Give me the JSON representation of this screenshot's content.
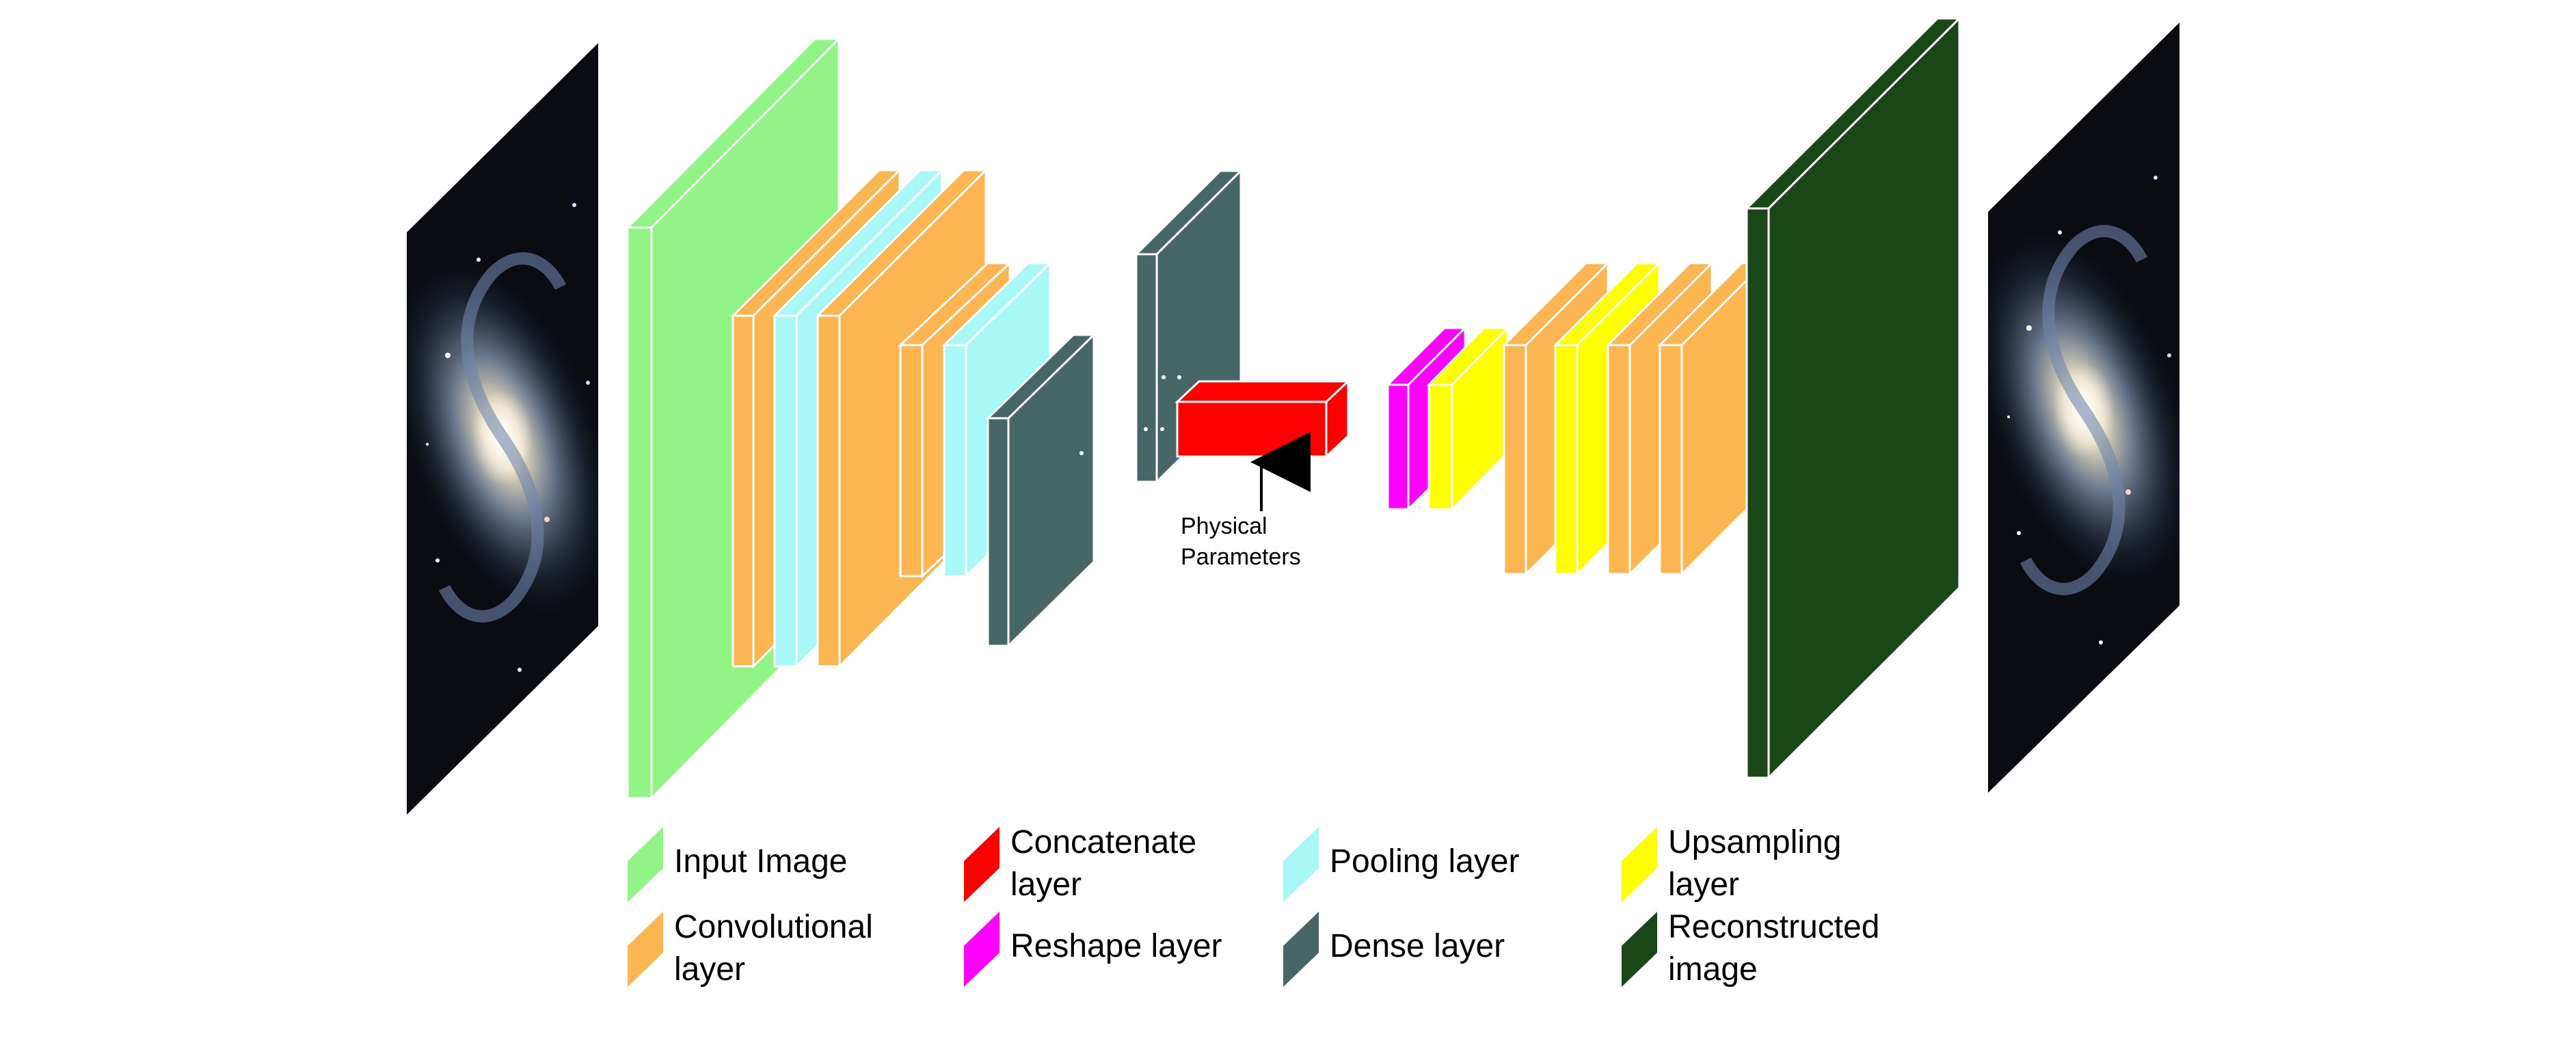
{
  "diagram": {
    "annotation": {
      "line1": "Physical",
      "line2": "Parameters"
    }
  },
  "legend": {
    "items": [
      {
        "id": "input",
        "line1": "Input Image",
        "line2": "",
        "color": "#90f585"
      },
      {
        "id": "conv",
        "line1": "Convolutional",
        "line2": "layer",
        "color": "#fbb651"
      },
      {
        "id": "concat",
        "line1": "Concatenate",
        "line2": "layer",
        "color": "#ff0000"
      },
      {
        "id": "reshape",
        "line1": "Reshape layer",
        "line2": "",
        "color": "#ff00ff"
      },
      {
        "id": "pool",
        "line1": "Pooling layer",
        "line2": "",
        "color": "#a8f8f8"
      },
      {
        "id": "dense",
        "line1": "Dense layer",
        "line2": "",
        "color": "#476767"
      },
      {
        "id": "upsample",
        "line1": "Upsampling",
        "line2": "layer",
        "color": "#ffff00"
      },
      {
        "id": "recon",
        "line1": "Reconstructed",
        "line2": "image",
        "color": "#1a4718"
      }
    ]
  },
  "colors": {
    "input": "#90f585",
    "conv": "#fbb651",
    "pool": "#a8f8f8",
    "dense": "#476767",
    "concat": "#ff0000",
    "reshape": "#ff00ff",
    "upsample": "#ffff00",
    "recon": "#1a4718",
    "background": "#ffffff"
  },
  "icons": {
    "input_image": "galaxy-image",
    "output_image": "galaxy-image",
    "annotation_arrow": "arrow-up-icon"
  }
}
